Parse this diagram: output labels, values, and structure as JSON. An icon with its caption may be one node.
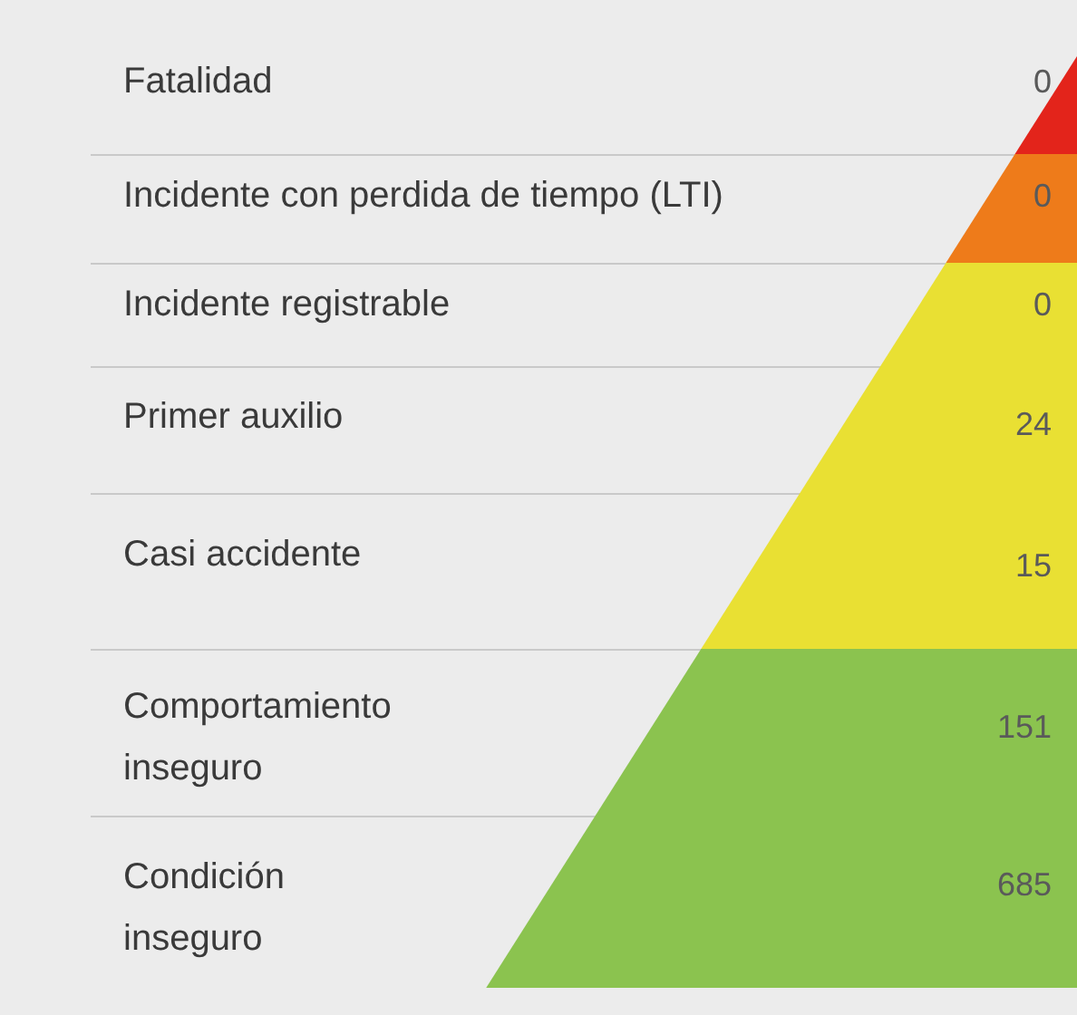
{
  "diagram": {
    "nodes": [
      {
        "text": [
          "0"
        ]
      },
      {
        "text": [
          "0"
        ]
      },
      {
        "text": [
          "0"
        ]
      },
      {
        "text": [
          "24"
        ]
      },
      {
        "text": [
          "15"
        ]
      },
      {
        "text": [
          "151"
        ]
      },
      {
        "text": [
          "685"
        ]
      }
    ],
    "labels": [
      "Fatalidad",
      "Incidente con perdida de tiempo (LTI)",
      "Incidente registrable",
      "Primer auxilio",
      "Casi accidente",
      "Comportamiento inseguro",
      "Condición inseguro"
    ]
  }
}
